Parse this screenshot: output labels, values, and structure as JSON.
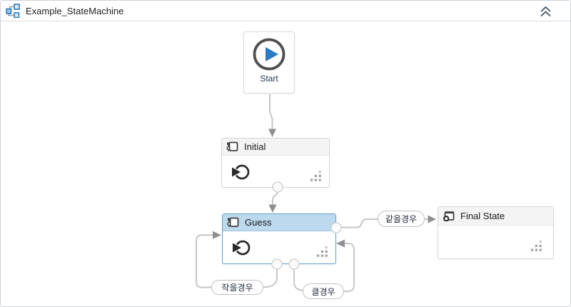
{
  "header": {
    "title": "Example_StateMachine"
  },
  "nodes": {
    "start": {
      "label": "Start"
    },
    "initial": {
      "label": "Initial"
    },
    "guess": {
      "label": "Guess",
      "selected": true
    },
    "final": {
      "label": "Final State"
    }
  },
  "transitions": {
    "equal": {
      "label": "같을경우",
      "from": "Guess",
      "to": "Final State"
    },
    "smaller": {
      "label": "작을경우",
      "from": "Guess",
      "to": "Guess"
    },
    "bigger": {
      "label": "클경우",
      "from": "Guess",
      "to": "Guess"
    }
  },
  "colors": {
    "accent_blue": "#2b7bc3",
    "selected_border": "#5f9fd0",
    "selected_header_bg": "#bdd9ee",
    "state_header_bg": "#f4f4f4",
    "connector": "#c6c6c6",
    "arrowhead": "#8f8f8f",
    "collapse_chevron": "#44546a"
  }
}
